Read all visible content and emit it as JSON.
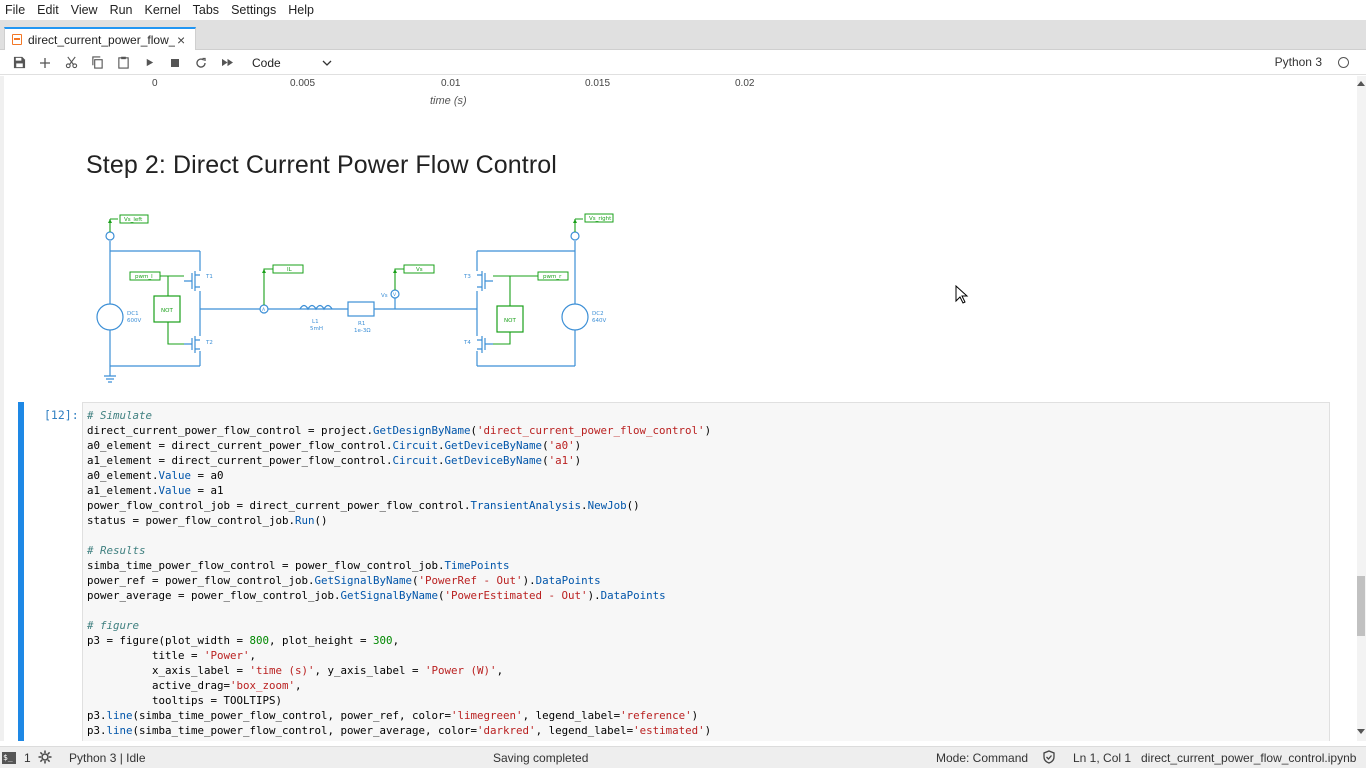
{
  "menu": [
    "File",
    "Edit",
    "View",
    "Run",
    "Kernel",
    "Tabs",
    "Settings",
    "Help"
  ],
  "tab": {
    "label": "direct_current_power_flow_control.ipynb"
  },
  "toolbar": {
    "cell_type": "Code",
    "kernel": "Python 3"
  },
  "output_axis": {
    "ticks": [
      "0",
      "0.005",
      "0.01",
      "0.015",
      "0.02"
    ],
    "xlabel": "time (s)"
  },
  "markdown": {
    "heading": "Step 2: Direct Current Power Flow Control"
  },
  "schematic_labels": {
    "vs_left": "Vs_left",
    "vs_right": "Vs_right",
    "il": "IL",
    "vs": "Vs",
    "pwm_left": "pwm_l",
    "pwm_right": "pwm_r",
    "not1": "NOT",
    "not2": "NOT",
    "t1": "T1",
    "t2": "T2",
    "t3": "T3",
    "t4": "T4",
    "dc1": "DC1",
    "dc1_v": "600V",
    "dc2": "DC2",
    "dc2_v": "640V",
    "l1": "L1",
    "l1_v": "5mH",
    "r1": "R1",
    "r1_v": "1e-3Ω",
    "a": "A",
    "v": "V",
    "vs_meter": "Vs"
  },
  "cell": {
    "prompt": "[12]:",
    "lines": [
      [
        [
          "cm",
          "# Simulate"
        ]
      ],
      [
        [
          "",
          "direct_current_power_flow_control = project."
        ],
        [
          "at",
          "GetDesignByName"
        ],
        [
          "",
          "("
        ],
        [
          "st",
          "'direct_current_power_flow_control'"
        ],
        [
          "",
          ")"
        ]
      ],
      [
        [
          "",
          "a0_element = direct_current_power_flow_control."
        ],
        [
          "at",
          "Circuit"
        ],
        [
          "",
          "."
        ],
        [
          "at",
          "GetDeviceByName"
        ],
        [
          "",
          "("
        ],
        [
          "st",
          "'a0'"
        ],
        [
          "",
          ")"
        ]
      ],
      [
        [
          "",
          "a1_element = direct_current_power_flow_control."
        ],
        [
          "at",
          "Circuit"
        ],
        [
          "",
          "."
        ],
        [
          "at",
          "GetDeviceByName"
        ],
        [
          "",
          "("
        ],
        [
          "st",
          "'a1'"
        ],
        [
          "",
          ")"
        ]
      ],
      [
        [
          "",
          "a0_element."
        ],
        [
          "at",
          "Value"
        ],
        [
          "",
          " = a0"
        ]
      ],
      [
        [
          "",
          "a1_element."
        ],
        [
          "at",
          "Value"
        ],
        [
          "",
          " = a1"
        ]
      ],
      [
        [
          "",
          "power_flow_control_job = direct_current_power_flow_control."
        ],
        [
          "at",
          "TransientAnalysis"
        ],
        [
          "",
          "."
        ],
        [
          "at",
          "NewJob"
        ],
        [
          "",
          "()"
        ]
      ],
      [
        [
          "",
          "status = power_flow_control_job."
        ],
        [
          "at",
          "Run"
        ],
        [
          "",
          "()"
        ]
      ],
      [
        [
          "",
          ""
        ]
      ],
      [
        [
          "cm",
          "# Results"
        ]
      ],
      [
        [
          "",
          "simba_time_power_flow_control = power_flow_control_job."
        ],
        [
          "at",
          "TimePoints"
        ]
      ],
      [
        [
          "",
          "power_ref = power_flow_control_job."
        ],
        [
          "at",
          "GetSignalByName"
        ],
        [
          "",
          "("
        ],
        [
          "st",
          "'PowerRef - Out'"
        ],
        [
          "",
          ")."
        ],
        [
          "at",
          "DataPoints"
        ]
      ],
      [
        [
          "",
          "power_average = power_flow_control_job."
        ],
        [
          "at",
          "GetSignalByName"
        ],
        [
          "",
          "("
        ],
        [
          "st",
          "'PowerEstimated - Out'"
        ],
        [
          "",
          ")."
        ],
        [
          "at",
          "DataPoints"
        ]
      ],
      [
        [
          "",
          ""
        ]
      ],
      [
        [
          "cm",
          "# figure"
        ]
      ],
      [
        [
          "",
          "p3 = figure(plot_width = "
        ],
        [
          "nu",
          "800"
        ],
        [
          "",
          ", plot_height = "
        ],
        [
          "nu",
          "300"
        ],
        [
          "",
          ","
        ]
      ],
      [
        [
          "",
          "          title = "
        ],
        [
          "st",
          "'Power'"
        ],
        [
          "",
          ","
        ]
      ],
      [
        [
          "",
          "          x_axis_label = "
        ],
        [
          "st",
          "'time (s)'"
        ],
        [
          "",
          ", y_axis_label = "
        ],
        [
          "st",
          "'Power (W)'"
        ],
        [
          "",
          ","
        ]
      ],
      [
        [
          "",
          "          active_drag="
        ],
        [
          "st",
          "'box_zoom'"
        ],
        [
          "",
          ","
        ]
      ],
      [
        [
          "",
          "          tooltips = TOOLTIPS)"
        ]
      ],
      [
        [
          "",
          "p3."
        ],
        [
          "at",
          "line"
        ],
        [
          "",
          "(simba_time_power_flow_control, power_ref, color="
        ],
        [
          "st",
          "'limegreen'"
        ],
        [
          "",
          ", legend_label="
        ],
        [
          "st",
          "'reference'"
        ],
        [
          "",
          ")"
        ]
      ],
      [
        [
          "",
          "p3."
        ],
        [
          "at",
          "line"
        ],
        [
          "",
          "(simba_time_power_flow_control, power_average, color="
        ],
        [
          "st",
          "'darkred'"
        ],
        [
          "",
          ", legend_label="
        ],
        [
          "st",
          "'estimated'"
        ],
        [
          "",
          ")"
        ]
      ]
    ]
  },
  "status": {
    "terminals": "1",
    "kernel_state": "Python 3 | Idle",
    "save_state": "Saving completed",
    "mode": "Mode: Command",
    "position": "Ln 1, Col 1",
    "filename": "direct_current_power_flow_control.ipynb"
  },
  "colors": {
    "accent": "#1e88e5",
    "wire": "#3c8fd6",
    "signal": "#1aa01a"
  }
}
